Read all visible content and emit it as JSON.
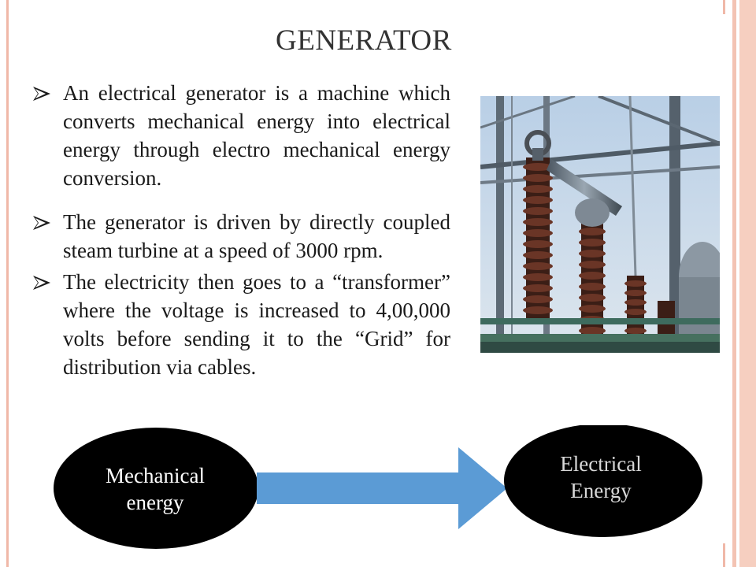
{
  "slide": {
    "title": "GENERATOR",
    "bullets": [
      "An electrical generator is a machine which converts mechanical energy into electrical energy through electro mechanical energy conversion.",
      "The generator is driven by directly coupled steam turbine at a speed of 3000 rpm.",
      "The electricity then goes to a “transformer” where the voltage is increased to 4,00,000 volts before sending it to the “Grid” for distribution via cables."
    ],
    "diagram": {
      "input_line1": "Mechanical",
      "input_line2": "energy",
      "output_line1": "Electrical",
      "output_line2": "Energy"
    }
  },
  "colors": {
    "arrow_fill": "#5b9bd5",
    "ellipse_fill": "#000000",
    "border_accent": "#f0b8a8",
    "sky": "#c9d9ea",
    "insulator": "#5a2e22"
  },
  "icons": {
    "bullet": "right-arrowhead-bullet-icon"
  }
}
